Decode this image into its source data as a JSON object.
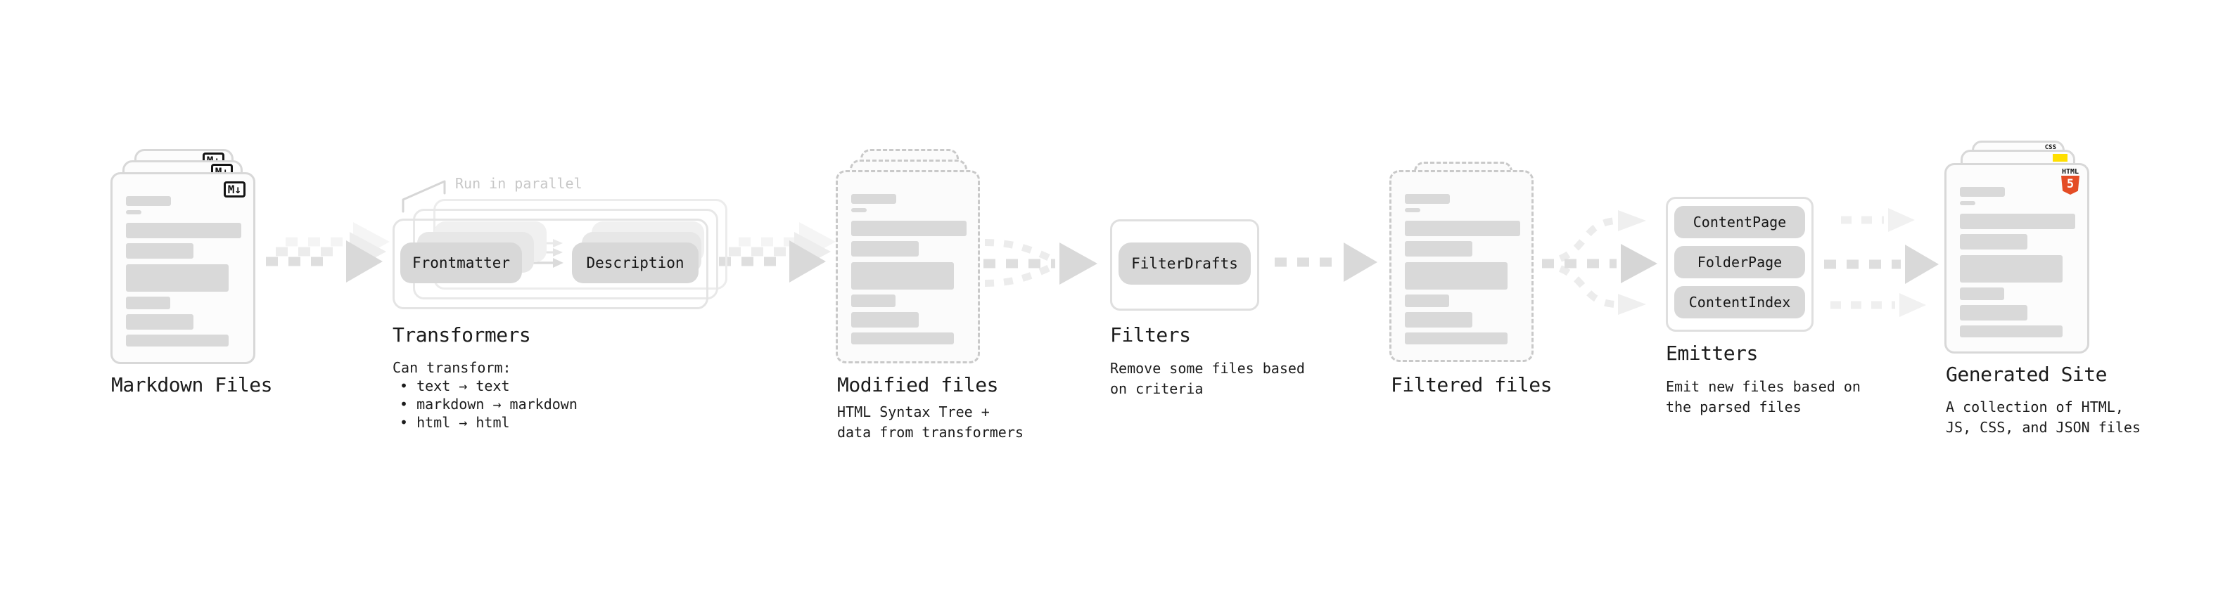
{
  "nodes": {
    "markdown": {
      "label": "Markdown Files",
      "badge": "M↓"
    },
    "transformers": {
      "label": "Transformers",
      "annotation": "Run in parallel",
      "pills": [
        "Frontmatter",
        "Description"
      ],
      "desc_title": "Can transform:",
      "bullets": [
        "• text → text",
        "• markdown → markdown",
        "• html → html"
      ]
    },
    "modified": {
      "label": "Modified files",
      "desc": "HTML Syntax Tree +\ndata from transformers"
    },
    "filters": {
      "label": "Filters",
      "pill": "FilterDrafts",
      "desc": "Remove some files based\non criteria"
    },
    "filtered": {
      "label": "Filtered files"
    },
    "emitters": {
      "label": "Emitters",
      "pills": [
        "ContentPage",
        "FolderPage",
        "ContentIndex"
      ],
      "desc": "Emit new files based on\nthe parsed files"
    },
    "generated": {
      "label": "Generated Site",
      "desc": "A collection of HTML,\nJS, CSS, and JSON files",
      "badges": {
        "css": "CSS",
        "html_caption": "HTML",
        "html_number": "5"
      }
    }
  },
  "colors": {
    "arrow_main": "#d9d9d9",
    "arrow_ghost": "#ececec",
    "bar_fill": "#d9d9d9",
    "html5_orange": "#e44d26",
    "js_yellow": "#ffdf00",
    "css_blue": "#2870ea"
  }
}
